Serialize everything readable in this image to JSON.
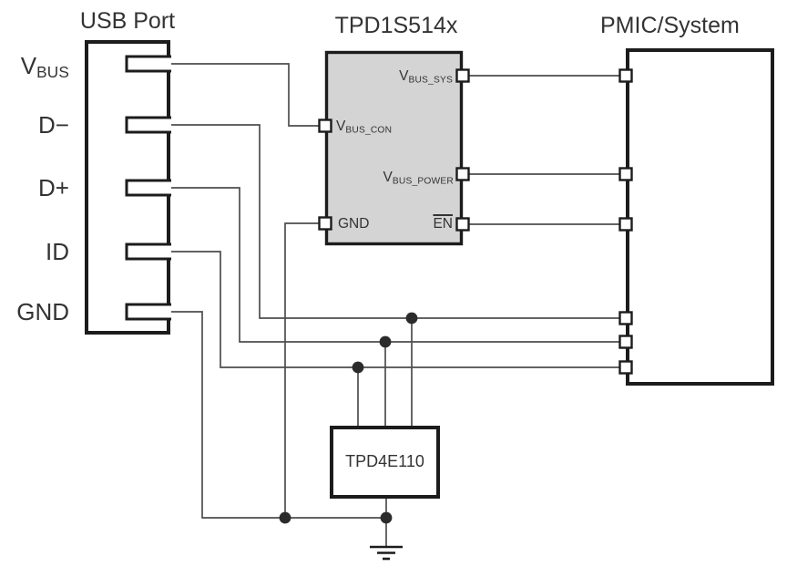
{
  "colors": {
    "background": "#ffffff",
    "wire": "#4d4d4d",
    "outline": "#1c1c1c",
    "chip_fill": "#d4d4d4",
    "text": "#333333"
  },
  "usb_port": {
    "title": "USB Port",
    "pins": [
      {
        "main": "V",
        "sub": "BUS"
      },
      {
        "main": "D−",
        "sub": ""
      },
      {
        "main": "D+",
        "sub": ""
      },
      {
        "main": "ID",
        "sub": ""
      },
      {
        "main": "GND",
        "sub": ""
      }
    ]
  },
  "tpd1s514x": {
    "title": "TPD1S514x",
    "pins": {
      "vbus_sys": {
        "main": "V",
        "sub": "BUS_SYS"
      },
      "vbus_con": {
        "main": "V",
        "sub": "BUS_CON"
      },
      "vbus_power": {
        "main": "V",
        "sub": "BUS_POWER"
      },
      "gnd": {
        "main": "GND"
      },
      "en": {
        "main": "EN"
      }
    }
  },
  "pmic": {
    "title": "PMIC/System"
  },
  "tpd4e110": {
    "title": "TPD4E110"
  }
}
